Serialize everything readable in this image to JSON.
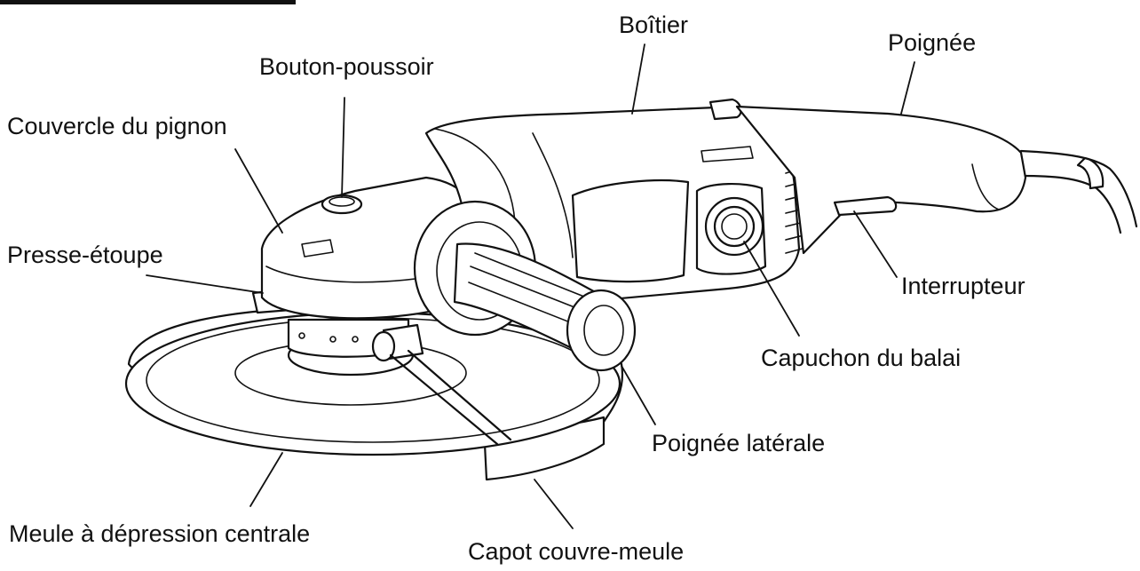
{
  "labels": {
    "boitier": "Boîtier",
    "poignee": "Poignée",
    "bouton_poussoir": "Bouton-poussoir",
    "couvercle_pignon": "Couvercle du pignon",
    "presse_etoupe": "Presse-étoupe",
    "interrupteur": "Interrupteur",
    "capuchon_balai": "Capuchon du balai",
    "poignee_laterale": "Poignée latérale",
    "meule": "Meule à dépression centrale",
    "capot": "Capot couvre-meule"
  }
}
